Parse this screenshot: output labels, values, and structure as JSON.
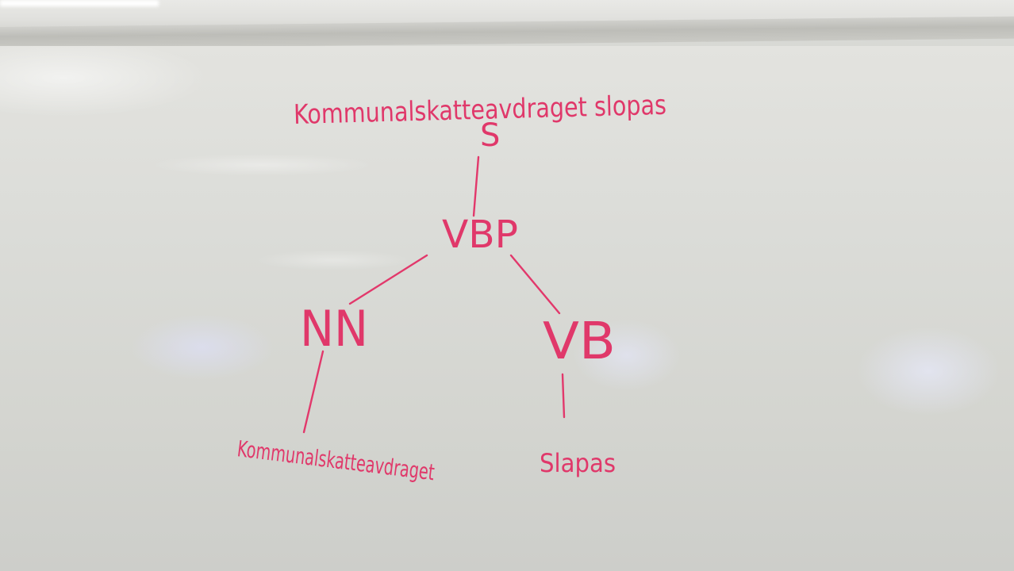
{
  "tree": {
    "sentence": "Kommunalskatteavdraget slopas",
    "root": "S",
    "phrase": "VBP",
    "left_node": "NN",
    "right_node": "VB",
    "left_leaf": "Kommunalskatteavdraget",
    "right_leaf": "Slapas"
  },
  "colors": {
    "marker": "#e0386a",
    "board": "#d8d9d4"
  }
}
